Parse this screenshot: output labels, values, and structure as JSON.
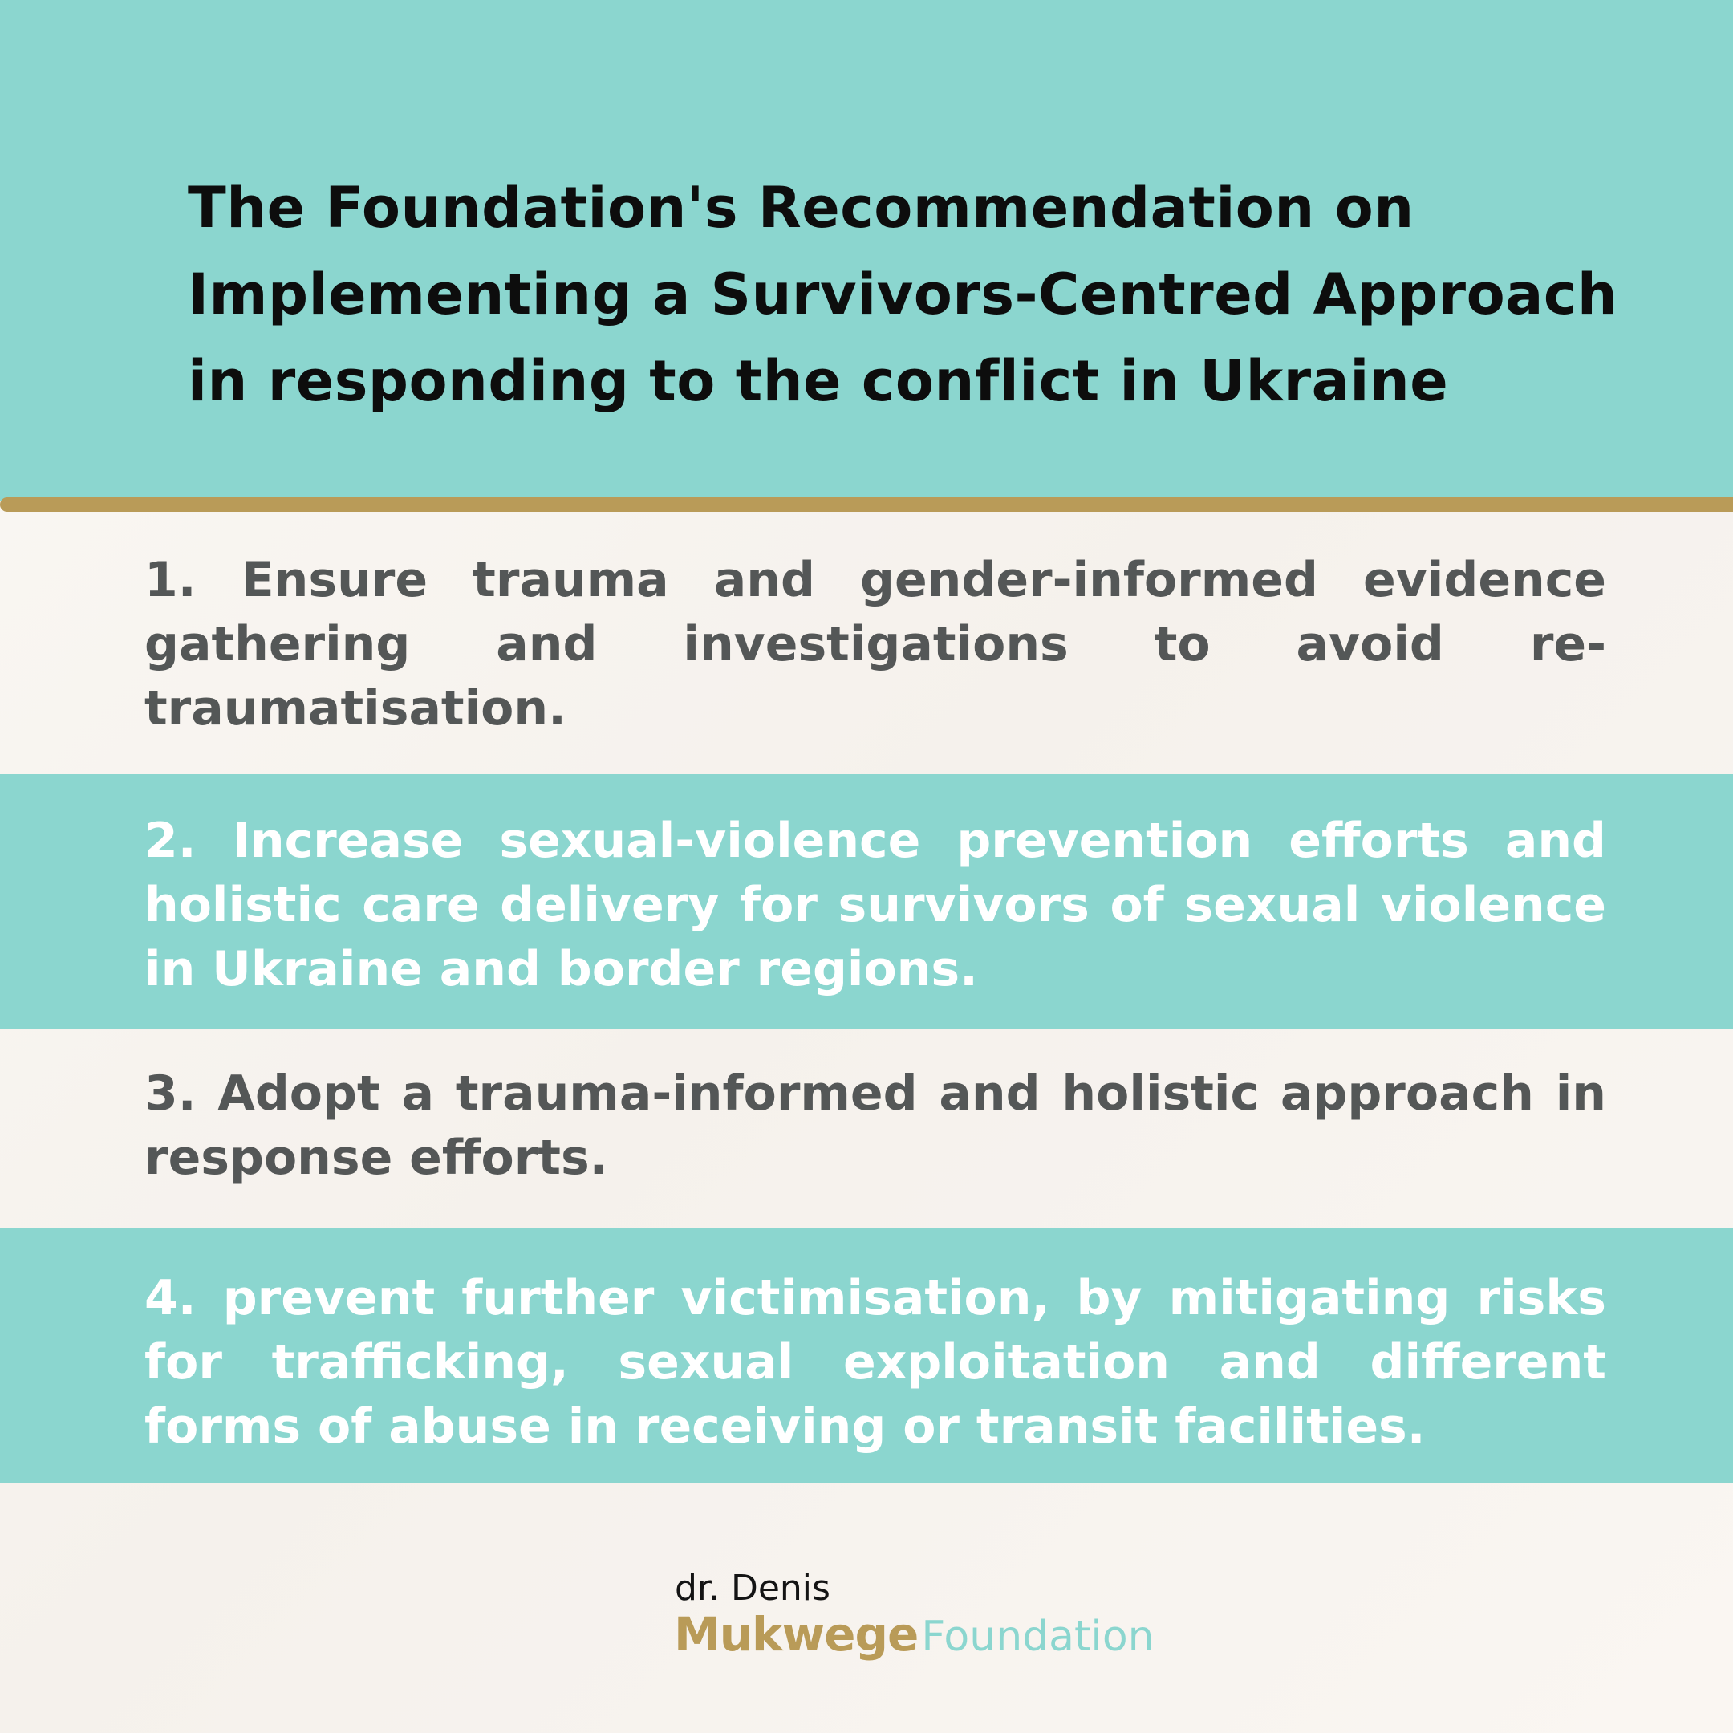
{
  "header": {
    "title_lines": [
      "The Foundation's Recommendation on",
      "Implementing a Survivors-Centred Approach",
      "in responding to the conflict in Ukraine"
    ]
  },
  "recommendations": [
    {
      "number": "1.",
      "text": "1. Ensure trauma and gender-informed evidence gathering and investigations to avoid re-traumatisation."
    },
    {
      "number": "2.",
      "text": "2. Increase sexual-violence prevention efforts and holistic care delivery for survivors of sexual violence in Ukraine and border regions."
    },
    {
      "number": "3.",
      "text": "3. Adopt a trauma-informed and holistic approach in response efforts."
    },
    {
      "number": "4.",
      "text": "4. prevent further victimisation, by mitigating risks for trafficking, sexual exploitation and different forms of abuse in receiving or transit facilities."
    }
  ],
  "logo": {
    "line1": "dr. Denis",
    "name": "Mukwege",
    "suffix": "Foundation"
  },
  "colors": {
    "teal": "#8bd6cf",
    "gold": "#b99b58",
    "cream": "#f9f5f1",
    "dark_text": "#545757",
    "title_text": "#0d0d0d"
  }
}
